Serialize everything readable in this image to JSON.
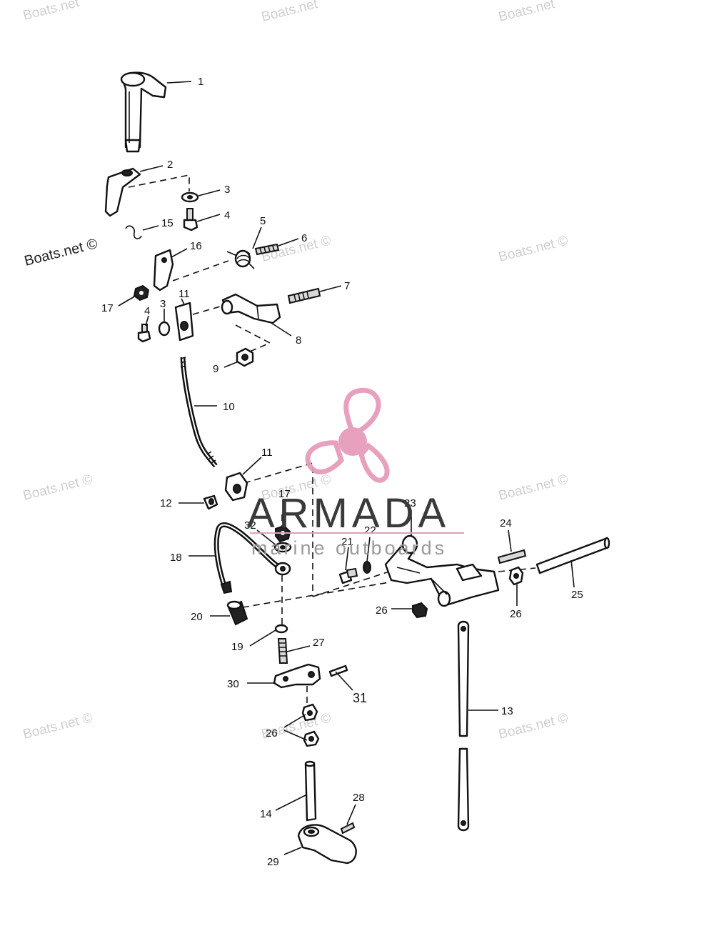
{
  "watermark": {
    "text": "Boats.net ©",
    "text_short": "Boats.net"
  },
  "logo": {
    "name": "ARMADA",
    "tagline": "marine outboards",
    "color": "#e79bbc"
  },
  "callouts": [
    "1",
    "2",
    "3",
    "4",
    "5",
    "6",
    "7",
    "8",
    "9",
    "10",
    "11",
    "12",
    "13",
    "14",
    "15",
    "16",
    "17",
    "18",
    "19",
    "20",
    "21",
    "22",
    "23",
    "24",
    "25",
    "26",
    "27",
    "28",
    "29",
    "30",
    "31",
    "32"
  ]
}
